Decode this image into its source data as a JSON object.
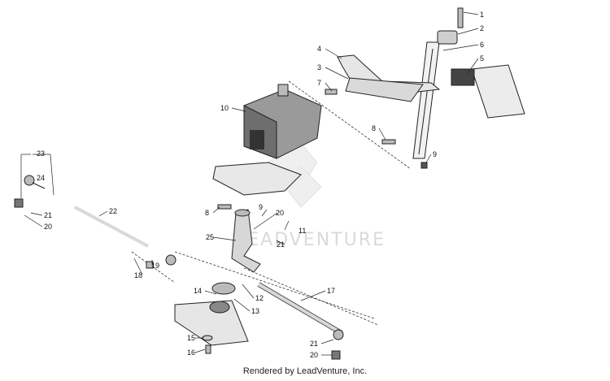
{
  "watermark": {
    "text": "LEADVENTURE"
  },
  "footer": {
    "credit": "Rendered by LeadVenture, Inc."
  },
  "callouts": [
    "1",
    "2",
    "3",
    "4",
    "5",
    "6",
    "7",
    "8",
    "9",
    "10",
    "8",
    "9",
    "20",
    "11",
    "25",
    "21",
    "22",
    "23",
    "24",
    "21",
    "20",
    "19",
    "18",
    "12",
    "13",
    "14",
    "17",
    "15",
    "16",
    "21",
    "20"
  ]
}
